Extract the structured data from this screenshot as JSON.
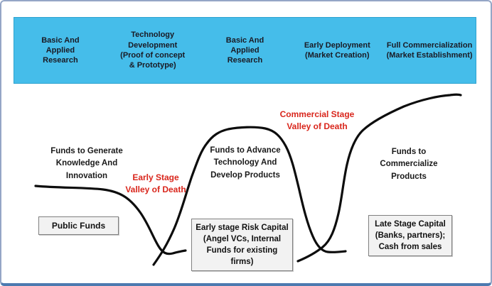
{
  "colors": {
    "band_blue": "#45bdea",
    "valley_red": "#d9261c",
    "curve_black": "#0d0d0d",
    "frame_blue": "#4c7ab0",
    "box_fill": "#f2f2f2",
    "box_border": "#808080"
  },
  "header": {
    "stages": [
      {
        "lines": [
          "Basic And",
          "Applied",
          "Research"
        ]
      },
      {
        "lines": [
          "Technology",
          "Development",
          "(Proof of concept",
          "& Prototype)"
        ]
      },
      {
        "lines": [
          "Basic And",
          "Applied",
          "Research"
        ]
      },
      {
        "lines": [
          "Early Deployment",
          "(Market Creation)"
        ]
      },
      {
        "lines": [
          "Full Commercialization",
          "(Market Establishment)"
        ]
      }
    ]
  },
  "curve_labels": {
    "funds_generate": {
      "lines": [
        "Funds to Generate",
        "Knowledge And",
        "Innovation"
      ]
    },
    "funds_advance": {
      "lines": [
        "Funds to Advance",
        "Technology And",
        "Develop Products"
      ]
    },
    "funds_commercialize": {
      "lines": [
        "Funds to",
        "Commercialize",
        "Products"
      ]
    }
  },
  "valley_labels": {
    "early": {
      "lines": [
        "Early Stage",
        "Valley of Death"
      ]
    },
    "commercial": {
      "lines": [
        "Commercial Stage",
        "Valley of Death"
      ]
    }
  },
  "funding_boxes": {
    "public": {
      "lines": [
        "Public Funds"
      ]
    },
    "risk": {
      "lines": [
        "Early stage Risk Capital",
        "(Angel VCs, Internal",
        "Funds for existing",
        "firms)"
      ]
    },
    "late": {
      "lines": [
        "Late Stage Capital",
        "(Banks, partners);",
        "Cash from sales"
      ]
    }
  }
}
